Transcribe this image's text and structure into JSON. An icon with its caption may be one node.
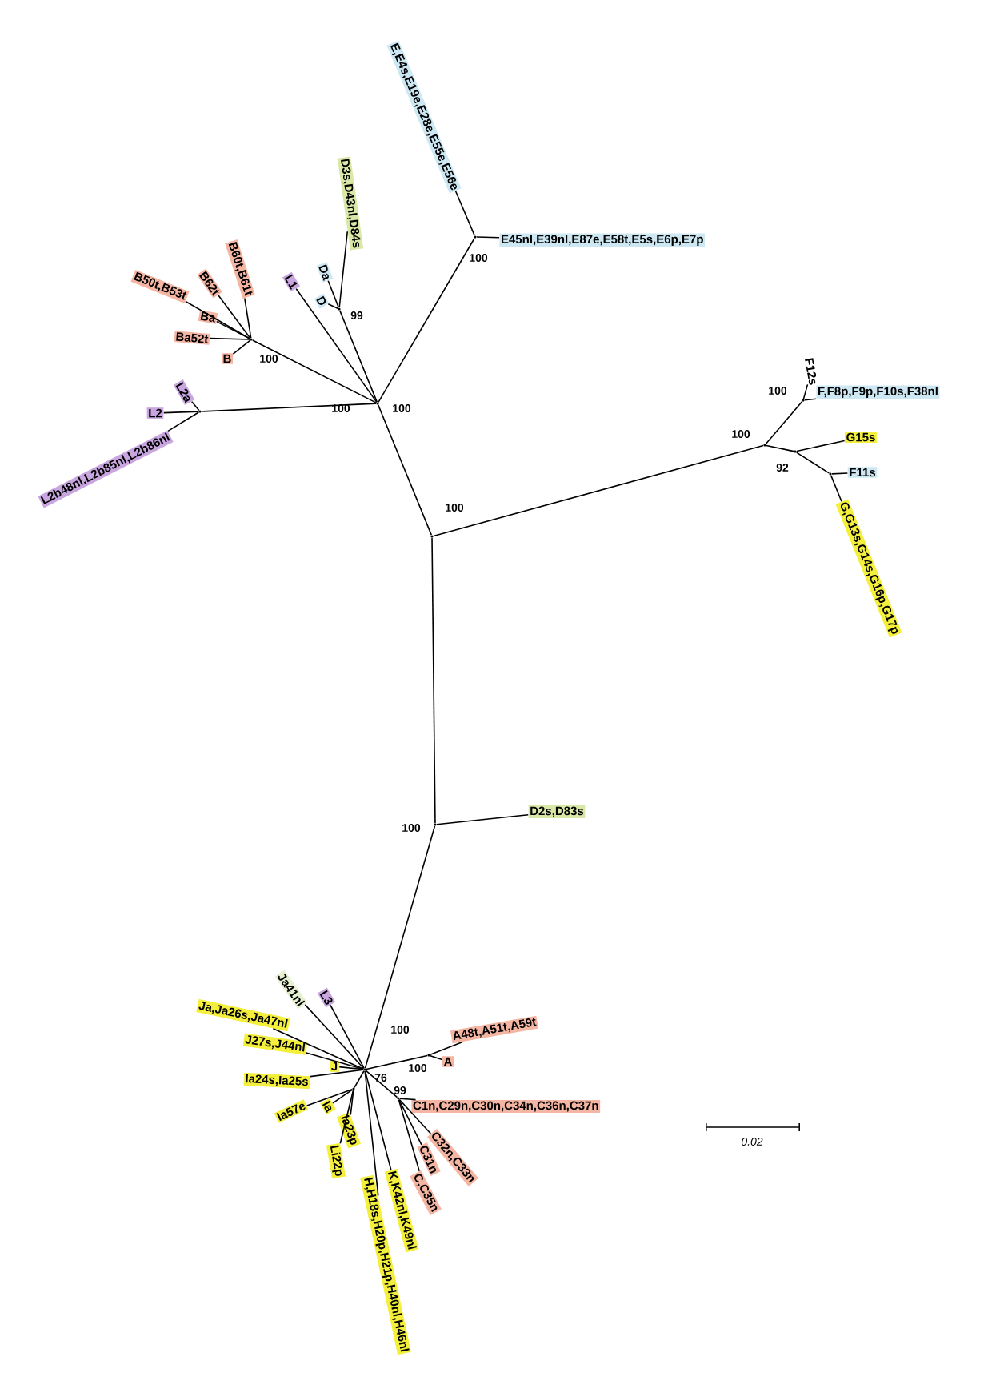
{
  "diagram": {
    "nodes": [
      {
        "text": [
          "E,E4s,E19e,E28e,E55e,E56e"
        ]
      },
      {
        "text": [
          "E45nl,E39nl,E87e,E58t,E5s,E6p,E7p"
        ]
      },
      {
        "text": [
          "D3s,D43nl,D84s"
        ]
      },
      {
        "text": [
          "Da"
        ]
      },
      {
        "text": [
          "D"
        ]
      },
      {
        "text": [
          "L1"
        ]
      },
      {
        "text": [
          "B60t,B61t"
        ]
      },
      {
        "text": [
          "B62t"
        ]
      },
      {
        "text": [
          "B50t,B53t"
        ]
      },
      {
        "text": [
          "Ba"
        ]
      },
      {
        "text": [
          "Ba52t"
        ]
      },
      {
        "text": [
          "B"
        ]
      },
      {
        "text": [
          "L2a"
        ]
      },
      {
        "text": [
          "L2"
        ]
      },
      {
        "text": [
          "L2b48nl,L2b85nl,L2b86nl"
        ]
      },
      {
        "text": [
          "F12s"
        ]
      },
      {
        "text": [
          "F,F8p,F9p,F10s,F38nl"
        ]
      },
      {
        "text": [
          "G15s"
        ]
      },
      {
        "text": [
          "F11s"
        ]
      },
      {
        "text": [
          "G,G13s,G14s,G16p,G17p"
        ]
      },
      {
        "text": [
          "D2s,D83s"
        ]
      },
      {
        "text": [
          "L3"
        ]
      },
      {
        "text": [
          "Ja41nl"
        ]
      },
      {
        "text": [
          "Ja,Ja26s,Ja47nl"
        ]
      },
      {
        "text": [
          "J27s,J44nl"
        ]
      },
      {
        "text": [
          "J"
        ]
      },
      {
        "text": [
          "Ia24s,Ia25s"
        ]
      },
      {
        "text": [
          "Ia57e"
        ]
      },
      {
        "text": [
          "Ia"
        ]
      },
      {
        "text": [
          "Ia23p"
        ]
      },
      {
        "text": [
          "Li22p"
        ]
      },
      {
        "text": [
          "H,H18s,H20p,H21p,H40nl,H46nl"
        ]
      },
      {
        "text": [
          "K,K42nl,K49nl"
        ]
      },
      {
        "text": [
          "C,C35n"
        ]
      },
      {
        "text": [
          "C31n"
        ]
      },
      {
        "text": [
          "C32n,C33n"
        ]
      },
      {
        "text": [
          "C1n,C29n,C30n,C34n,C36n,C37n"
        ]
      },
      {
        "text": [
          "A"
        ]
      },
      {
        "text": [
          "A48t,A51t,A59t"
        ]
      },
      {
        "text": [],
        "shape": "dot",
        "beside": [
          "100",
          "100"
        ]
      },
      {
        "text": [],
        "shape": "dot",
        "beside": [
          "100"
        ]
      },
      {
        "text": [],
        "shape": "dot",
        "beside": [
          "100"
        ]
      },
      {
        "text": [],
        "shape": "dot",
        "beside": [
          "99"
        ]
      },
      {
        "text": [],
        "shape": "dot",
        "beside": [
          "100"
        ]
      },
      {
        "text": [],
        "shape": "dot"
      },
      {
        "text": [],
        "shape": "dot",
        "beside": [
          "100"
        ]
      },
      {
        "text": [],
        "shape": "dot",
        "beside": [
          "100"
        ]
      },
      {
        "text": [],
        "shape": "dot",
        "beside": [
          "92"
        ]
      },
      {
        "text": [],
        "shape": "dot"
      },
      {
        "text": [],
        "shape": "dot",
        "beside": [
          "100"
        ]
      },
      {
        "text": [],
        "shape": "dot",
        "beside": [
          "100",
          "76"
        ]
      },
      {
        "text": [],
        "shape": "dot",
        "beside": [
          "100"
        ]
      },
      {
        "text": [],
        "shape": "dot",
        "beside": [
          "99"
        ]
      },
      {
        "text": [],
        "shape": "dot"
      }
    ],
    "edges": [
      {
        "from": 40,
        "to": 39,
        "arrow": "none"
      },
      {
        "from": 40,
        "to": 45,
        "arrow": "none"
      },
      {
        "from": 40,
        "to": 49,
        "arrow": "none"
      },
      {
        "from": 39,
        "to": 41,
        "arrow": "none"
      },
      {
        "from": 41,
        "to": 0,
        "arrow": "none"
      },
      {
        "from": 41,
        "to": 1,
        "arrow": "none"
      },
      {
        "from": 39,
        "to": 42,
        "arrow": "none"
      },
      {
        "from": 42,
        "to": 2,
        "arrow": "none"
      },
      {
        "from": 42,
        "to": 3,
        "arrow": "none"
      },
      {
        "from": 42,
        "to": 4,
        "arrow": "none"
      },
      {
        "from": 39,
        "to": 5,
        "arrow": "none"
      },
      {
        "from": 39,
        "to": 43,
        "arrow": "none"
      },
      {
        "from": 43,
        "to": 6,
        "arrow": "none"
      },
      {
        "from": 43,
        "to": 7,
        "arrow": "none"
      },
      {
        "from": 43,
        "to": 8,
        "arrow": "none"
      },
      {
        "from": 43,
        "to": 9,
        "arrow": "none"
      },
      {
        "from": 43,
        "to": 10,
        "arrow": "none"
      },
      {
        "from": 43,
        "to": 11,
        "arrow": "none"
      },
      {
        "from": 39,
        "to": 44,
        "arrow": "none"
      },
      {
        "from": 44,
        "to": 12,
        "arrow": "none"
      },
      {
        "from": 44,
        "to": 13,
        "arrow": "none"
      },
      {
        "from": 44,
        "to": 14,
        "arrow": "none"
      },
      {
        "from": 45,
        "to": 46,
        "arrow": "none"
      },
      {
        "from": 46,
        "to": 15,
        "arrow": "none"
      },
      {
        "from": 46,
        "to": 16,
        "arrow": "none"
      },
      {
        "from": 45,
        "to": 47,
        "arrow": "none"
      },
      {
        "from": 47,
        "to": 17,
        "arrow": "none"
      },
      {
        "from": 47,
        "to": 48,
        "arrow": "none"
      },
      {
        "from": 48,
        "to": 18,
        "arrow": "none"
      },
      {
        "from": 48,
        "to": 19,
        "arrow": "none"
      },
      {
        "from": 49,
        "to": 20,
        "arrow": "none"
      },
      {
        "from": 49,
        "to": 50,
        "arrow": "none"
      },
      {
        "from": 50,
        "to": 21,
        "arrow": "none"
      },
      {
        "from": 50,
        "to": 22,
        "arrow": "none"
      },
      {
        "from": 50,
        "to": 23,
        "arrow": "none"
      },
      {
        "from": 50,
        "to": 24,
        "arrow": "none"
      },
      {
        "from": 50,
        "to": 25,
        "arrow": "none"
      },
      {
        "from": 50,
        "to": 26,
        "arrow": "none"
      },
      {
        "from": 50,
        "to": 53,
        "arrow": "none"
      },
      {
        "from": 53,
        "to": 27,
        "arrow": "none"
      },
      {
        "from": 53,
        "to": 28,
        "arrow": "none"
      },
      {
        "from": 53,
        "to": 29,
        "arrow": "none"
      },
      {
        "from": 53,
        "to": 30,
        "arrow": "none"
      },
      {
        "from": 50,
        "to": 31,
        "arrow": "none"
      },
      {
        "from": 50,
        "to": 32,
        "arrow": "none"
      },
      {
        "from": 50,
        "to": 51,
        "arrow": "none"
      },
      {
        "from": 51,
        "to": 37,
        "arrow": "none"
      },
      {
        "from": 51,
        "to": 38,
        "arrow": "none"
      },
      {
        "from": 50,
        "to": 52,
        "arrow": "none"
      },
      {
        "from": 52,
        "to": 33,
        "arrow": "none"
      },
      {
        "from": 52,
        "to": 34,
        "arrow": "none"
      },
      {
        "from": 52,
        "to": 35,
        "arrow": "none"
      },
      {
        "from": 52,
        "to": 36,
        "arrow": "none"
      }
    ],
    "labels": [
      "0.02"
    ]
  }
}
